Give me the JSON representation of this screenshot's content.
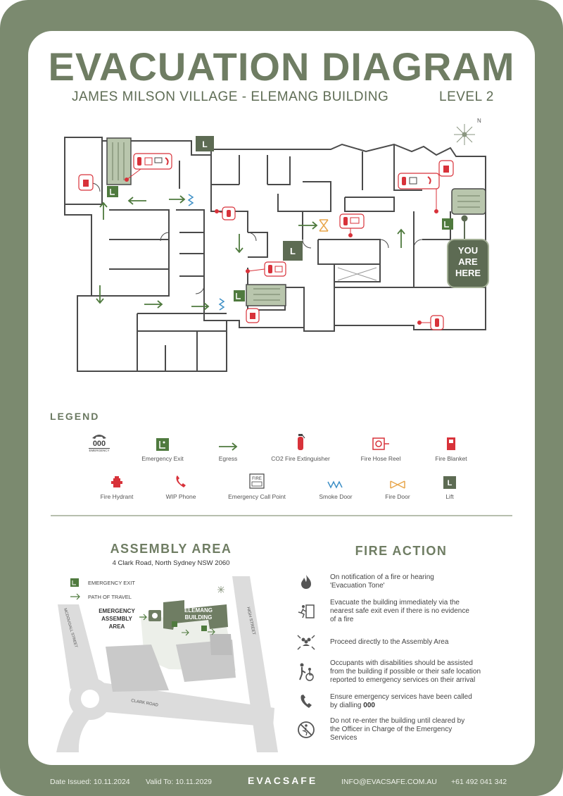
{
  "header": {
    "title": "EVACUATION DIAGRAM",
    "subtitle": "JAMES MILSON VILLAGE - ELEMANG BUILDING",
    "level": "LEVEL 2"
  },
  "plan": {
    "you_are_here": [
      "YOU",
      "ARE",
      "HERE"
    ],
    "lift_letter": "L",
    "north": "N"
  },
  "legend": {
    "title": "LEGEND",
    "emergency_number": "000",
    "emergency_word": "EMERGENCY",
    "call_point_word": "FIRE",
    "items": [
      {
        "label": "Emergency Exit"
      },
      {
        "label": "Egress"
      },
      {
        "label": "CO2 Fire Extinguisher"
      },
      {
        "label": "Fire Hose Reel"
      },
      {
        "label": "Fire Blanket"
      },
      {
        "label": "Fire Hydrant"
      },
      {
        "label": "WIP Phone"
      },
      {
        "label": "Emergency Call Point"
      },
      {
        "label": "Smoke Door"
      },
      {
        "label": "Fire Door"
      },
      {
        "label": "Lift"
      }
    ]
  },
  "assembly": {
    "title": "ASSEMBLY AREA",
    "address": "4 Clark Road, North Sydney NSW 2060",
    "key_exit": "EMERGENCY EXIT",
    "key_path": "PATH OF TRAVEL",
    "area_label": [
      "EMERGENCY",
      "ASSEMBLY",
      "AREA"
    ],
    "building_label": [
      "ELEMANG",
      "BUILDING"
    ],
    "street_1": "MCDOUGALL STREET",
    "street_2": "HIGH STREET",
    "street_3": "CLARK ROAD"
  },
  "fire_action": {
    "title": "FIRE ACTION",
    "steps": [
      {
        "lines": [
          "On notification of a fire or hearing",
          "'Evacuation Tone'"
        ]
      },
      {
        "lines": [
          "Evacuate the building immediately via the",
          "nearest safe exit even if there is no evidence",
          "of a fire"
        ]
      },
      {
        "lines": [
          "Proceed directly to the Assembly Area"
        ]
      },
      {
        "lines": [
          "Occupants with disabilities should be assisted",
          "from the building if possible or their safe location",
          "reported to emergency services on their arrival"
        ]
      },
      {
        "lines": [
          "Ensure emergency services have been called",
          "by dialling "
        ],
        "bold": "000"
      },
      {
        "lines": [
          "Do not re-enter the building until cleared by",
          "the Officer in Charge of the Emergency",
          "Services"
        ]
      }
    ]
  },
  "footer": {
    "date_issued": "Date Issued: 10.11.2024",
    "valid_to": "Valid To: 10.11.2029",
    "brand": "EVACSAFE",
    "email": "INFO@EVACSAFE.COM.AU",
    "phone": "+61 492 041 342"
  },
  "colors": {
    "frame": "#7b8a6f",
    "accent": "#6f7d63",
    "safety_red": "#d8323a",
    "exit_green": "#4f7a3e",
    "smoke_door": "#3d8fc6",
    "fire_door": "#e8a64b"
  }
}
